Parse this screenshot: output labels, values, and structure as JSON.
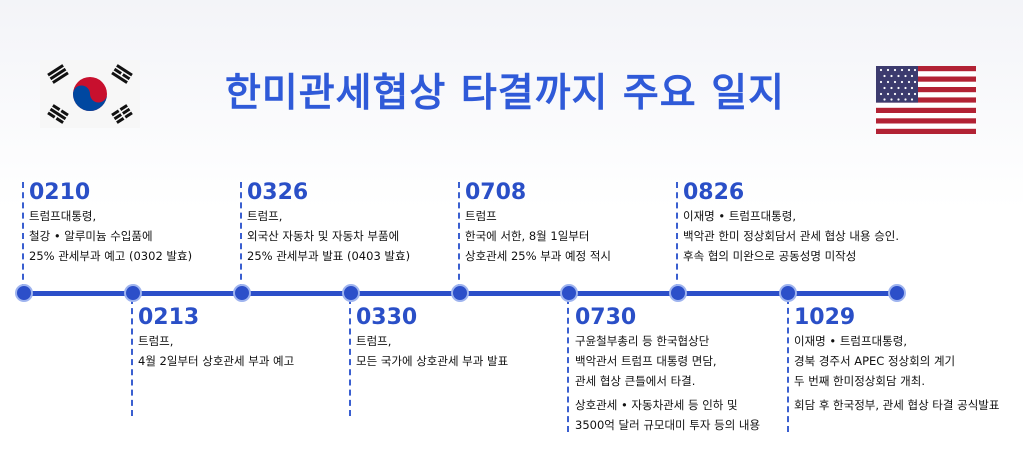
{
  "title": "한미관세협상 타결까지 주요 일지",
  "colors": {
    "accent": "#2c4fc9",
    "title": "#2f5ad8"
  },
  "icons": {
    "left_flag": "korea-flag-icon",
    "right_flag": "usa-flag-icon"
  },
  "events": [
    {
      "date": "0210",
      "lines": [
        "트럼프대통령,",
        "철강 • 알루미늄 수입품에",
        "25% 관세부과 예고 (0302 발효)"
      ]
    },
    {
      "date": "0213",
      "lines": [
        "트럼프,",
        "4월 2일부터 상호관세 부과 예고"
      ]
    },
    {
      "date": "0326",
      "lines": [
        "트럼프,",
        "외국산 자동차 및 자동차 부품에",
        "25% 관세부과 발표 (0403 발효)"
      ]
    },
    {
      "date": "0330",
      "lines": [
        "트럼프,",
        "모든 국가에 상호관세 부과 발표"
      ]
    },
    {
      "date": "0708",
      "lines": [
        "트럼프",
        "한국에 서한, 8월 1일부터",
        "상호관세 25% 부과 예정 적시"
      ]
    },
    {
      "date": "0730",
      "lines": [
        "구윤철부총리 등 한국협상단",
        "백악관서 트럼프 대통령 면담,",
        "관세 협상 큰틀에서 타결."
      ],
      "lines2": [
        "상호관세 • 자동차관세 등 인하 및",
        "3500억 달러 규모대미 투자 등의 내용"
      ]
    },
    {
      "date": "0826",
      "lines": [
        "이재명 • 트럼프대통령,",
        "백악관 한미 정상회담서 관세 협상 내용 승인.",
        "후속 협의 미완으로 공동성명 미작성"
      ]
    },
    {
      "date": "1029",
      "lines": [
        "이재명 • 트럼프대통령,",
        "경북 경주서 APEC 정상회의 계기",
        "두 번째 한미정상회담 개최."
      ],
      "lines2": [
        "회담 후 한국정부, 관세 협상 타결 공식발표"
      ]
    }
  ]
}
